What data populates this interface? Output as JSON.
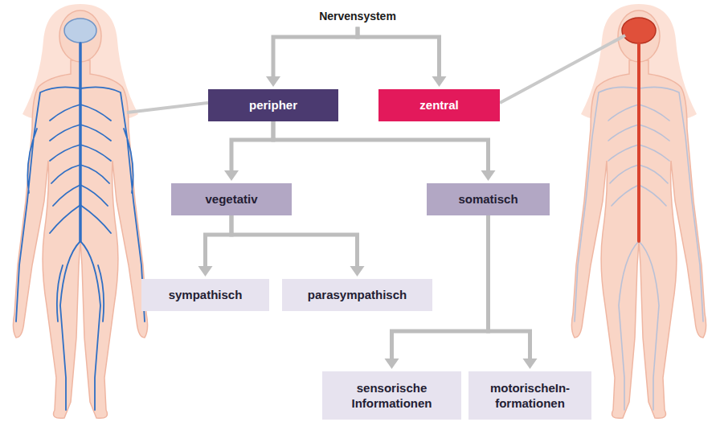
{
  "diagram": {
    "nodes": [
      {
        "text": [
          "Nervensystem"
        ]
      },
      {
        "text": [
          "peripher"
        ]
      },
      {
        "text": [
          "zentral"
        ]
      },
      {
        "text": [
          "vegetativ"
        ]
      },
      {
        "text": [
          "somatisch"
        ]
      },
      {
        "text": [
          "sympathisch"
        ]
      },
      {
        "text": [
          "parasympathisch"
        ]
      },
      {
        "text": [
          "sensorische Informationen"
        ]
      },
      {
        "text": [
          "motorischeIn- formationen"
        ]
      }
    ],
    "edges": [
      {
        "from": 0,
        "to": 1,
        "arrow": "to"
      },
      {
        "from": 0,
        "to": 2,
        "arrow": "to"
      },
      {
        "from": 1,
        "to": 3,
        "arrow": "to"
      },
      {
        "from": 1,
        "to": 4,
        "arrow": "to"
      },
      {
        "from": 3,
        "to": 5,
        "arrow": "to"
      },
      {
        "from": 3,
        "to": 6,
        "arrow": "to"
      },
      {
        "from": 4,
        "to": 7,
        "arrow": "to"
      },
      {
        "from": 4,
        "to": 8,
        "arrow": "to"
      }
    ]
  }
}
